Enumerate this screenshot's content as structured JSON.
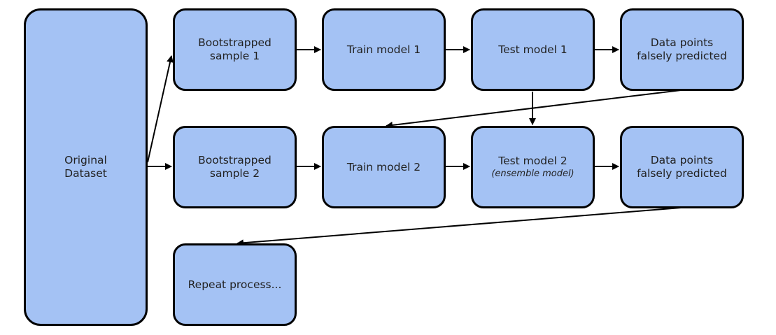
{
  "colors": {
    "node_fill": "#a4c2f4",
    "node_border": "#000000",
    "arrow": "#000000",
    "text": "#222222"
  },
  "nodes": {
    "original_dataset": {
      "line1": "Original",
      "line2": "Dataset"
    },
    "bootstrapped_sample_1": {
      "line1": "Bootstrapped",
      "line2": "sample 1"
    },
    "train_model_1": {
      "line1": "Train model 1"
    },
    "test_model_1": {
      "line1": "Test model 1"
    },
    "falsely_predicted_1": {
      "line1": "Data points",
      "line2": "falsely predicted"
    },
    "bootstrapped_sample_2": {
      "line1": "Bootstrapped",
      "line2": "sample 2"
    },
    "train_model_2": {
      "line1": "Train model 2"
    },
    "test_model_2": {
      "line1": "Test model 2",
      "note": "(ensemble model)"
    },
    "falsely_predicted_2": {
      "line1": "Data points",
      "line2": "falsely predicted"
    },
    "repeat_process": {
      "line1": "Repeat process..."
    }
  },
  "edges": [
    {
      "from": "original_dataset",
      "to": "bootstrapped_sample_1"
    },
    {
      "from": "original_dataset",
      "to": "bootstrapped_sample_2"
    },
    {
      "from": "bootstrapped_sample_1",
      "to": "train_model_1"
    },
    {
      "from": "train_model_1",
      "to": "test_model_1"
    },
    {
      "from": "test_model_1",
      "to": "falsely_predicted_1"
    },
    {
      "from": "test_model_1",
      "to": "test_model_2"
    },
    {
      "from": "falsely_predicted_1",
      "to": "train_model_2"
    },
    {
      "from": "bootstrapped_sample_2",
      "to": "train_model_2"
    },
    {
      "from": "train_model_2",
      "to": "test_model_2"
    },
    {
      "from": "test_model_2",
      "to": "falsely_predicted_2"
    },
    {
      "from": "falsely_predicted_2",
      "to": "repeat_process"
    }
  ]
}
